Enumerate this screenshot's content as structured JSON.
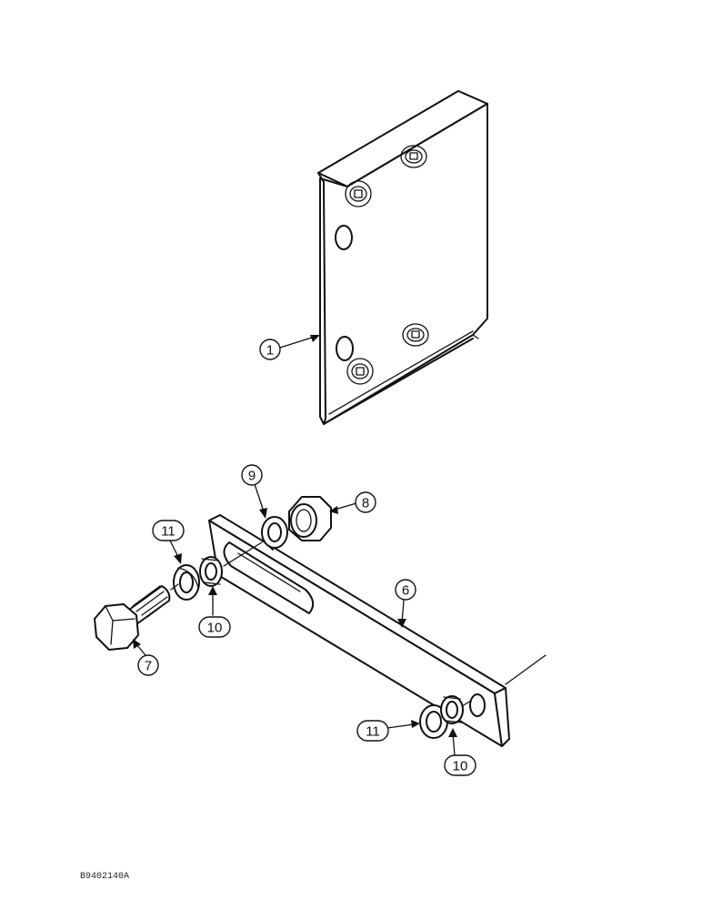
{
  "figure_code": "B9402140A",
  "callouts": {
    "c1": "1",
    "c6": "6",
    "c7": "7",
    "c8": "8",
    "c9": "9",
    "c10a": "10",
    "c10b": "10",
    "c11a": "11",
    "c11b": "11"
  }
}
